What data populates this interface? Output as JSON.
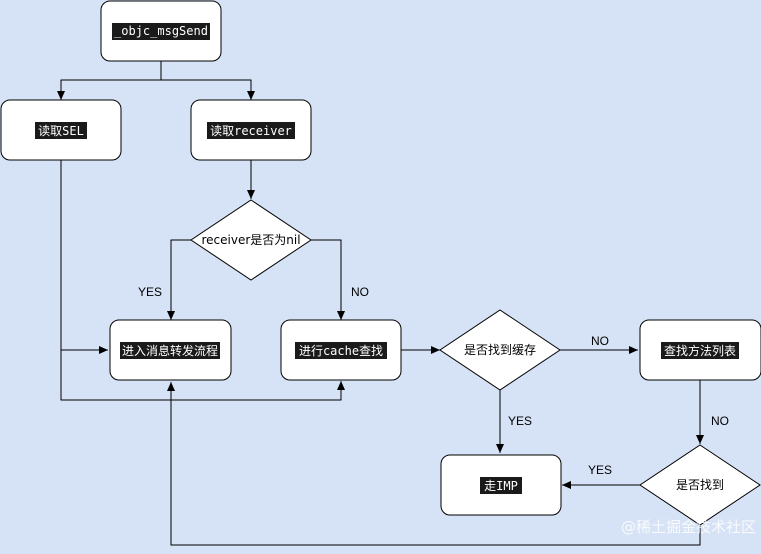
{
  "colors": {
    "background": "#d6e2f5",
    "node_fill": "#ffffff",
    "stroke": "#000000",
    "label_highlight": "#1a1a1a",
    "label_text": "#ffffff"
  },
  "nodes": {
    "objc_msgsend": "_objc_msgSend",
    "read_sel": "读取SEL",
    "read_receiver": "读取receiver",
    "receiver_nil": "receiver是否为nil",
    "forwarding": "进入消息转发流程",
    "cache_lookup": "进行cache查找",
    "cache_found": "是否找到缓存",
    "method_list": "查找方法列表",
    "go_imp": "走IMP",
    "found": "是否找到"
  },
  "edge_labels": {
    "nil_yes": "YES",
    "nil_no": "NO",
    "cache_no": "NO",
    "cache_yes": "YES",
    "list_no": "NO",
    "found_yes": "YES"
  },
  "watermark": "@稀土掘金技术社区"
}
